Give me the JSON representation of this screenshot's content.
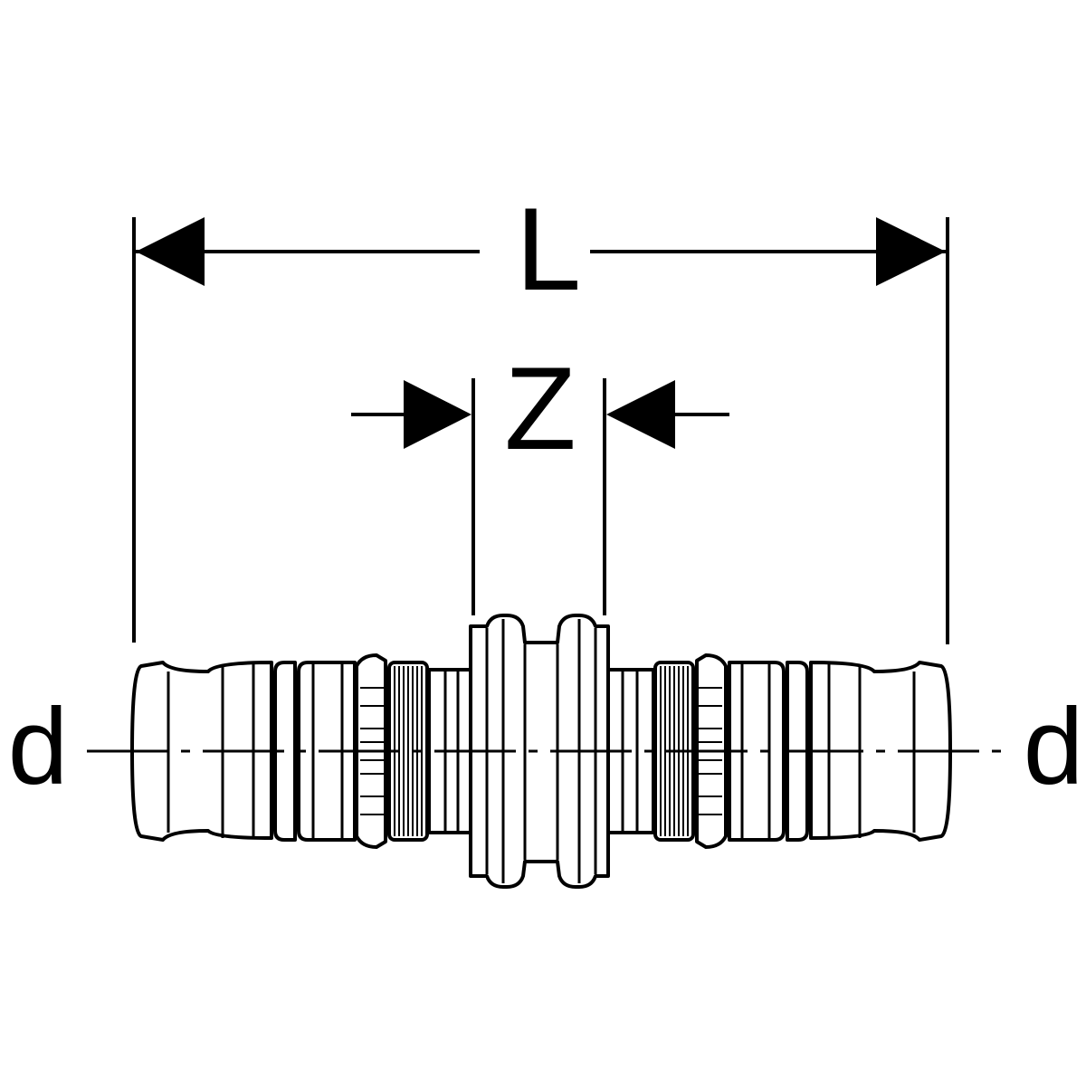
{
  "diagram": {
    "dimension_length_label": "L",
    "dimension_insertion_label": "Z",
    "left_diameter_label": "d",
    "right_diameter_label": "d"
  },
  "colors": {
    "stroke": "#000000",
    "background": "#ffffff"
  },
  "icons": {
    "fitting": "press-coupling-icon",
    "arrow": "filled-triangle-arrow"
  }
}
